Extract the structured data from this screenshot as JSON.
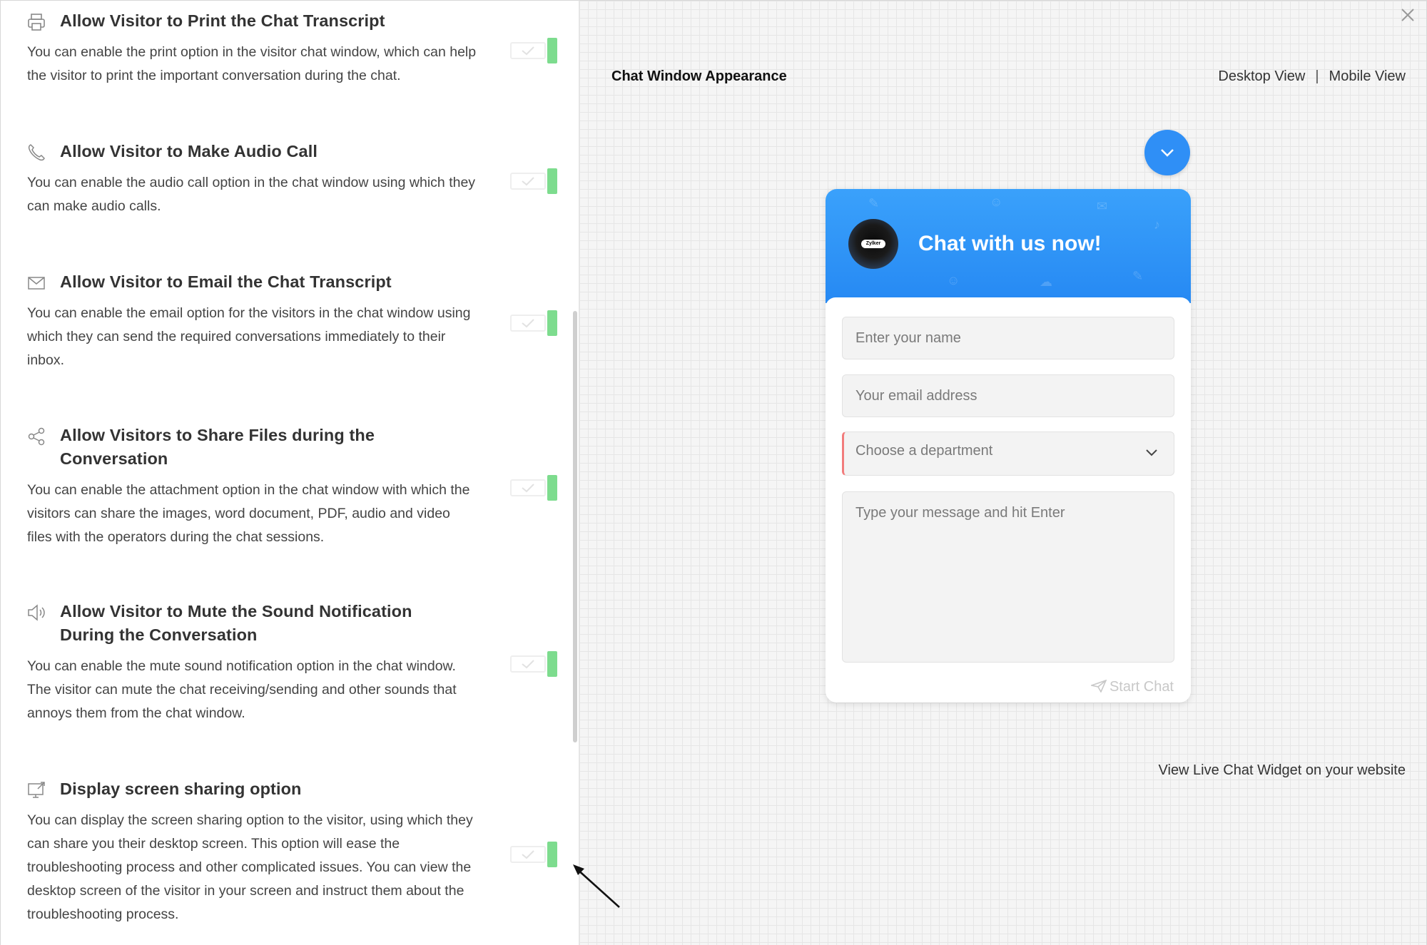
{
  "settings": [
    {
      "title": "Allow Visitor to Print the Chat Transcript",
      "description": "You can enable the print option in the visitor chat window, which can help the visitor to print the important conversation during the chat.",
      "icon": "printer-icon",
      "enabled": true
    },
    {
      "title": "Allow Visitor to Make Audio Call",
      "description": "You can enable the audio call option in the chat window using which they can make audio calls.",
      "icon": "phone-icon",
      "enabled": true
    },
    {
      "title": "Allow Visitor to Email the Chat Transcript",
      "description": "You can enable the email option for the visitors in the chat window using which they can send the required conversations immediately to their inbox.",
      "icon": "envelope-icon",
      "enabled": true
    },
    {
      "title": "Allow Visitors to Share Files during the Conversation",
      "description": "You can enable the attachment option in the chat window with which the visitors can share the images, word document, PDF, audio and video files with the operators during the chat sessions.",
      "icon": "share-icon",
      "enabled": true
    },
    {
      "title": "Allow Visitor to Mute the Sound Notification During the Conversation",
      "description": "You can enable the mute sound notification option in the chat window. The visitor can mute the chat receiving/sending and other sounds that annoys them from the chat window.",
      "icon": "speaker-icon",
      "enabled": true
    },
    {
      "title": "Display screen sharing option",
      "description": "You can display the screen sharing option to the visitor, using which they can share you their desktop screen. This option will ease the troubleshooting process and other complicated issues. You can view the desktop screen of the visitor in your screen and instruct them about the troubleshooting process.",
      "icon": "screen-share-icon",
      "enabled": true
    }
  ],
  "preview": {
    "title": "Chat Window Appearance",
    "views": [
      "Desktop View",
      "Mobile View"
    ],
    "separator": "|",
    "live_link": "View Live Chat Widget on your website"
  },
  "chat_widget": {
    "heading": "Chat with us now!",
    "logo_text": "Zylker",
    "name_placeholder": "Enter your name",
    "email_placeholder": "Your email address",
    "department_placeholder": "Choose a department",
    "message_placeholder": "Type your message and hit Enter",
    "start_button": "Start Chat"
  },
  "colors": {
    "accent_blue": "#2f8ff6",
    "toggle_on": "#7ddc8e",
    "required_marker": "#f27c7c"
  }
}
